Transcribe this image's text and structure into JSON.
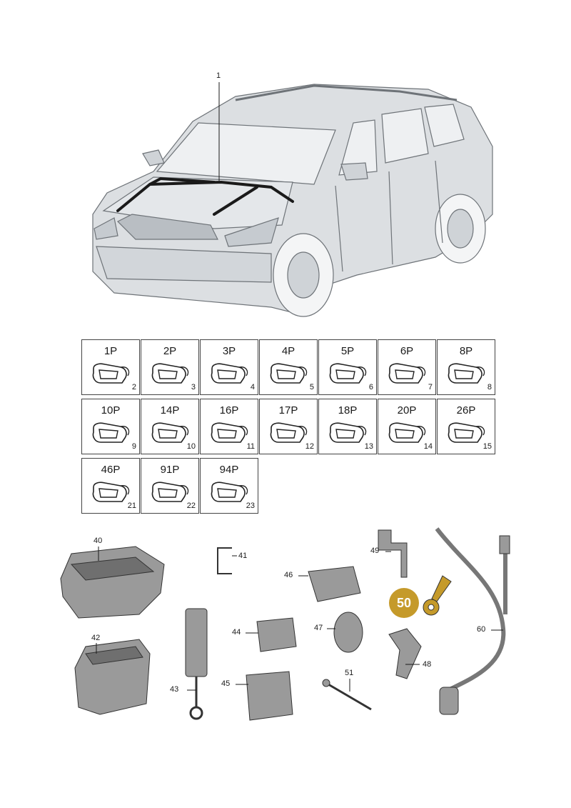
{
  "vehicle": {
    "callout": "1"
  },
  "connectors": [
    {
      "label": "1P",
      "num": "2"
    },
    {
      "label": "2P",
      "num": "3"
    },
    {
      "label": "3P",
      "num": "4"
    },
    {
      "label": "4P",
      "num": "5"
    },
    {
      "label": "5P",
      "num": "6"
    },
    {
      "label": "6P",
      "num": "7"
    },
    {
      "label": "8P",
      "num": "8"
    },
    {
      "label": "10P",
      "num": "9"
    },
    {
      "label": "14P",
      "num": "10"
    },
    {
      "label": "16P",
      "num": "11"
    },
    {
      "label": "17P",
      "num": "12"
    },
    {
      "label": "18P",
      "num": "13"
    },
    {
      "label": "20P",
      "num": "14"
    },
    {
      "label": "26P",
      "num": "15"
    },
    {
      "label": "46P",
      "num": "21"
    },
    {
      "label": "91P",
      "num": "22"
    },
    {
      "label": "94P",
      "num": "23"
    }
  ],
  "parts": {
    "p40": "40",
    "p41": "41",
    "p42": "42",
    "p43": "43",
    "p44": "44",
    "p45": "45",
    "p46": "46",
    "p47": "47",
    "p48": "48",
    "p49": "49",
    "p50": "50",
    "p51": "51",
    "p60": "60"
  },
  "colors": {
    "badge": "#c59a2a",
    "line": "#1a1a1a",
    "part": "#8c8c8c"
  }
}
